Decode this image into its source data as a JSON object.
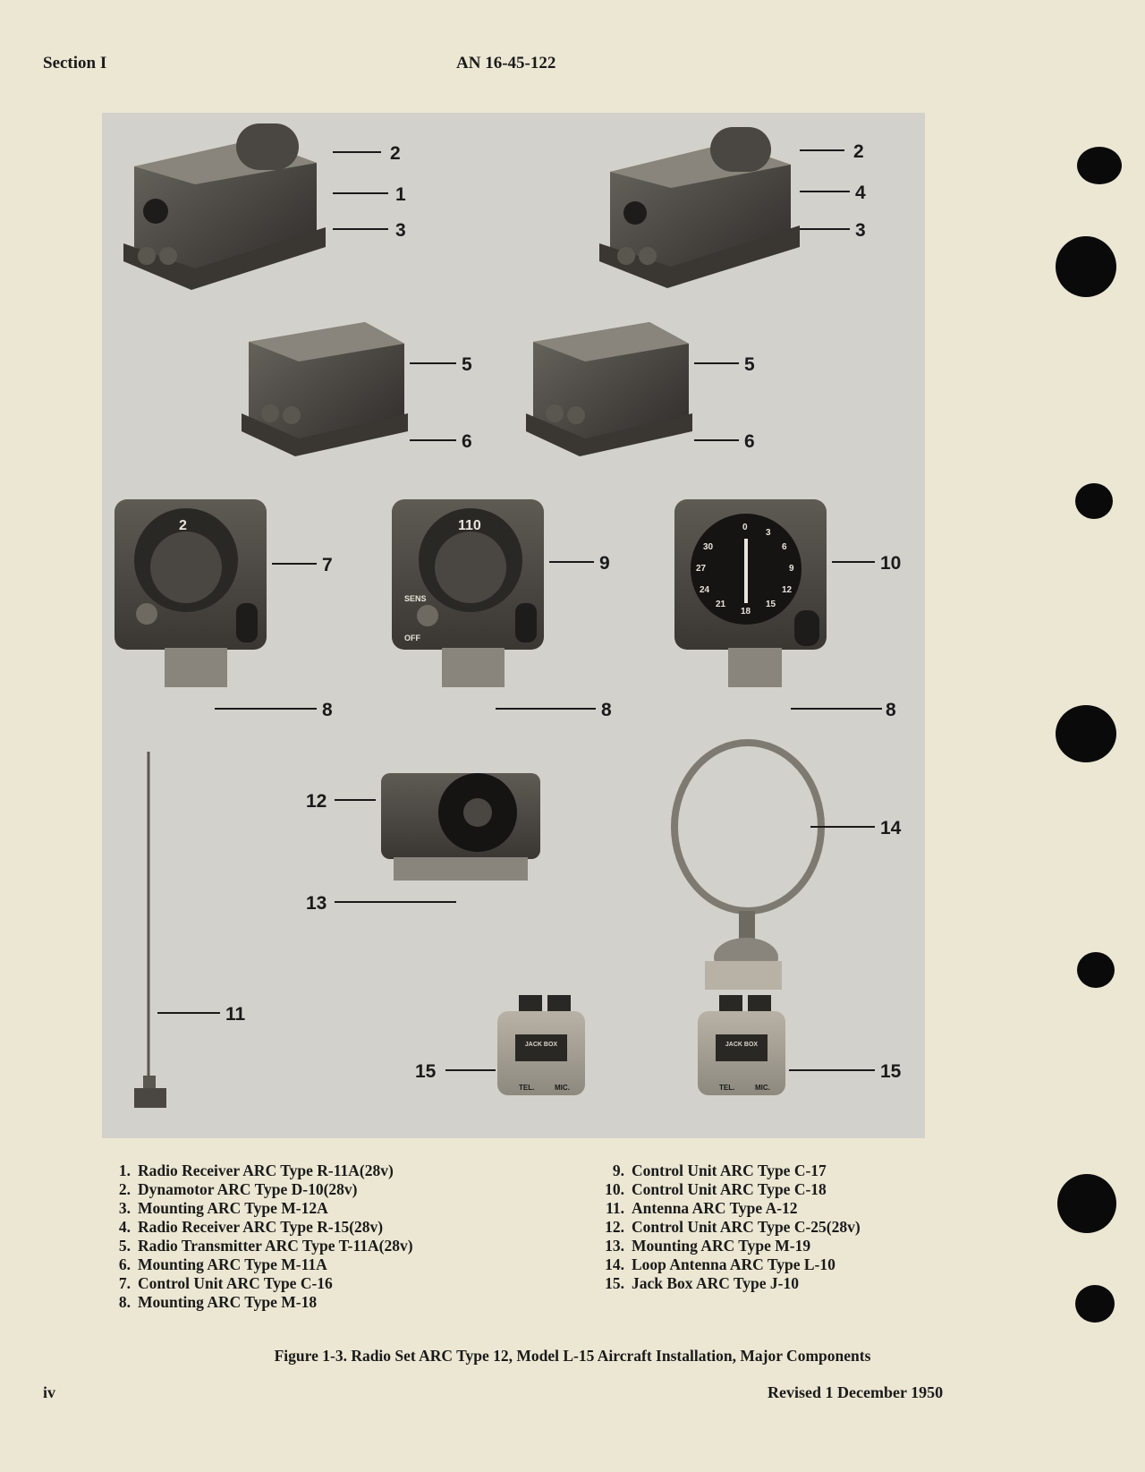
{
  "header": {
    "left": "Section I",
    "center": "AN 16-45-122"
  },
  "figure": {
    "callouts": [
      "2",
      "1",
      "3",
      "2",
      "4",
      "3",
      "5",
      "6",
      "5",
      "6",
      "7",
      "8",
      "9",
      "8",
      "10",
      "8",
      "12",
      "13",
      "14",
      "11",
      "15",
      "15"
    ],
    "dial_labels": [
      "2",
      "110",
      "0",
      "3",
      "6",
      "9",
      "12",
      "15",
      "18",
      "21",
      "24",
      "27",
      "30",
      "SENS",
      "OFF",
      "JACK BOX",
      "TEL.",
      "MIC."
    ]
  },
  "legend": {
    "left": [
      {
        "num": "1.",
        "text": "Radio Receiver ARC Type R-11A(28v)"
      },
      {
        "num": "2.",
        "text": "Dynamotor ARC Type D-10(28v)"
      },
      {
        "num": "3.",
        "text": "Mounting ARC Type M-12A"
      },
      {
        "num": "4.",
        "text": "Radio Receiver ARC Type R-15(28v)"
      },
      {
        "num": "5.",
        "text": "Radio Transmitter ARC Type T-11A(28v)"
      },
      {
        "num": "6.",
        "text": "Mounting ARC Type M-11A"
      },
      {
        "num": "7.",
        "text": "Control Unit ARC Type C-16"
      },
      {
        "num": "8.",
        "text": "Mounting ARC Type M-18"
      }
    ],
    "right": [
      {
        "num": "9.",
        "text": "Control Unit ARC Type C-17"
      },
      {
        "num": "10.",
        "text": "Control Unit ARC Type C-18"
      },
      {
        "num": "11.",
        "text": "Antenna ARC Type A-12"
      },
      {
        "num": "12.",
        "text": "Control Unit ARC Type C-25(28v)"
      },
      {
        "num": "13.",
        "text": "Mounting ARC Type M-19"
      },
      {
        "num": "14.",
        "text": "Loop Antenna ARC Type L-10"
      },
      {
        "num": "15.",
        "text": "Jack Box ARC Type J-10"
      }
    ]
  },
  "caption": "Figure 1-3. Radio Set ARC Type 12, Model L-15 Aircraft Installation, Major Components",
  "footer": {
    "left": "iv",
    "right": "Revised 1 December 1950"
  }
}
